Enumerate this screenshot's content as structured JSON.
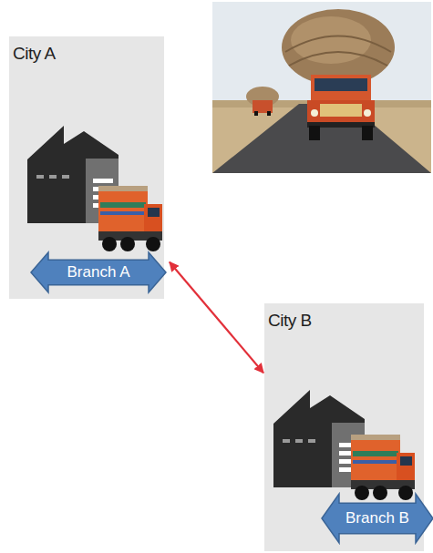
{
  "diagram": {
    "nodes": [
      {
        "text": [
          "City A"
        ]
      },
      {
        "text": [
          "Branch A"
        ],
        "in": 0
      },
      {
        "text": [
          "City B"
        ]
      },
      {
        "text": [
          "Branch B"
        ],
        "in": 2
      }
    ],
    "edges": [
      {
        "from": 0,
        "to": 2,
        "arrow": "both"
      }
    ]
  }
}
